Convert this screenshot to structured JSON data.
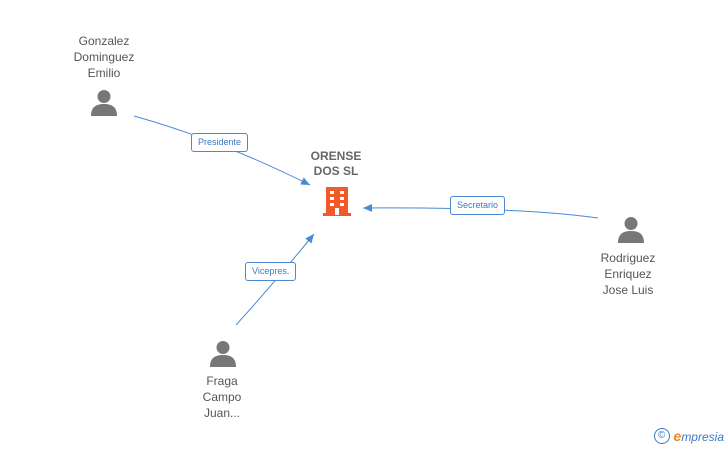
{
  "company": {
    "name_line1": "ORENSE",
    "name_line2": "DOS SL",
    "icon": "building-icon",
    "color": "#f05a28"
  },
  "persons": [
    {
      "id": "gonzalez",
      "lines": [
        "Gonzalez",
        "Dominguez",
        "Emilio"
      ],
      "icon": "person-icon"
    },
    {
      "id": "rodriguez",
      "lines": [
        "Rodriguez",
        "Enriquez",
        "Jose Luis"
      ],
      "icon": "person-icon"
    },
    {
      "id": "fraga",
      "lines": [
        "Fraga",
        "Campo",
        "Juan..."
      ],
      "icon": "person-icon"
    }
  ],
  "edges": [
    {
      "from": "gonzalez",
      "label": "Presidente"
    },
    {
      "from": "rodriguez",
      "label": "Secretario"
    },
    {
      "from": "fraga",
      "label": "Vicepres."
    }
  ],
  "colors": {
    "edge": "#4a8ad4",
    "person_icon": "#777777",
    "label_text": "#555555"
  },
  "watermark": {
    "copyright_symbol": "©",
    "brand_first": "e",
    "brand_rest": "mpresia"
  }
}
